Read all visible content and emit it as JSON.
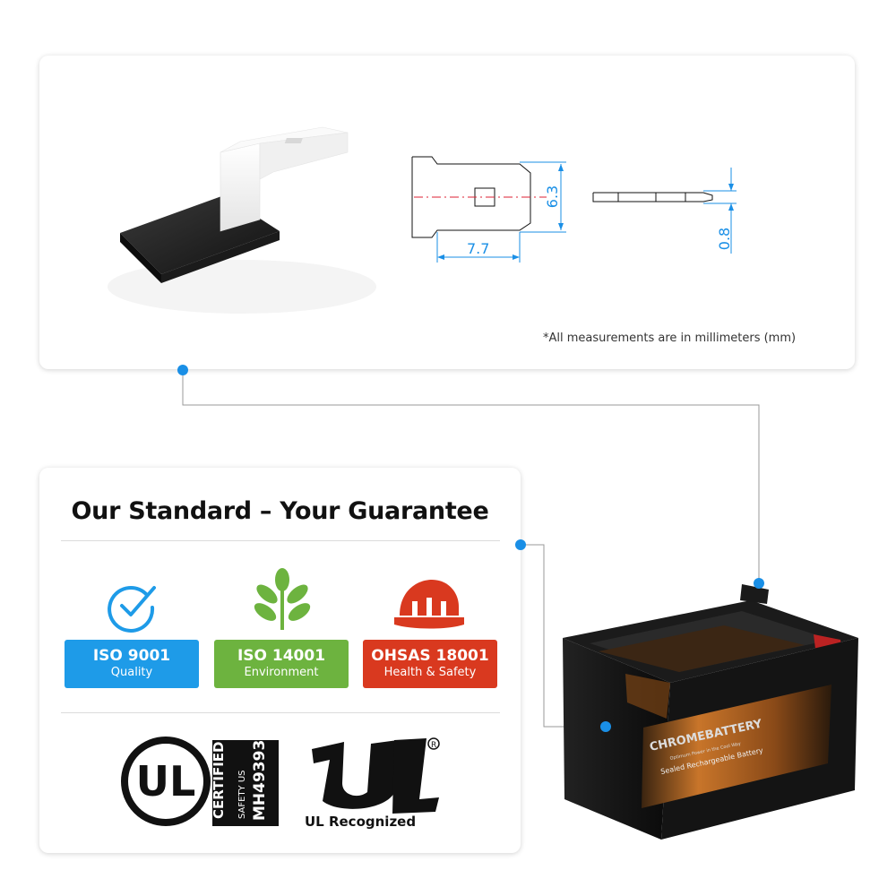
{
  "dimension_note": "*All measurements are in millimeters (mm)",
  "dimensions": {
    "width": "7.7",
    "height": "6.3",
    "thickness": "0.8"
  },
  "headline": "Our Standard – Your Guarantee",
  "badges": [
    {
      "title": "ISO 9001",
      "subtitle": "Quality",
      "color": "#1e9be8"
    },
    {
      "title": "ISO 14001",
      "subtitle": "Environment",
      "color": "#6db33f"
    },
    {
      "title": "OHSAS 18001",
      "subtitle": "Health & Safety",
      "color": "#d9391f"
    }
  ],
  "ul_certified": {
    "mark": "UL",
    "certified": "CERTIFIED",
    "safety": "SAFETY US",
    "code": "MH49393"
  },
  "ul_recognized": "UL Recognized",
  "battery": {
    "brand": "CHROMEBATTERY",
    "tagline": "Optimum Power in the Cool Way",
    "label": "Sealed Rechargeable Battery"
  },
  "colors": {
    "accent_dot": "#1a8fe6",
    "connector_line": "#9a9a9a"
  },
  "icons": [
    "check-circle-icon",
    "leaf-plant-icon",
    "hard-hat-icon",
    "ul-certified-logo",
    "ul-recognized-logo",
    "battery-image",
    "terminal-3d-image"
  ]
}
